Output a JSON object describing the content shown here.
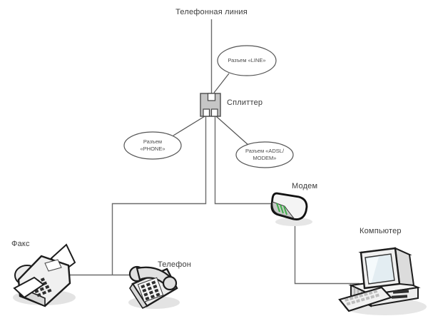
{
  "diagram": {
    "labels": {
      "telephone_line": "Телефонная линия",
      "splitter": "Сплиттер",
      "fax": "Факс",
      "phone": "Телефон",
      "modem": "Модем",
      "computer": "Компьютер"
    },
    "callouts": {
      "line_jack": {
        "line1": "Разъем «LINE»"
      },
      "phone_jack": {
        "line1": "Разъем",
        "line2": "«PHONE»"
      },
      "adsl_jack": {
        "line1": "Разъем «ADSL/",
        "line2": "MODEM»"
      }
    },
    "colors": {
      "wire": "#6b6b6b",
      "callout_stroke": "#555555",
      "splitter_fill": "#c6c6c6",
      "device_outline": "#1c1c1c",
      "led_green": "#3fae49",
      "label_text": "#3c3c3c"
    }
  }
}
